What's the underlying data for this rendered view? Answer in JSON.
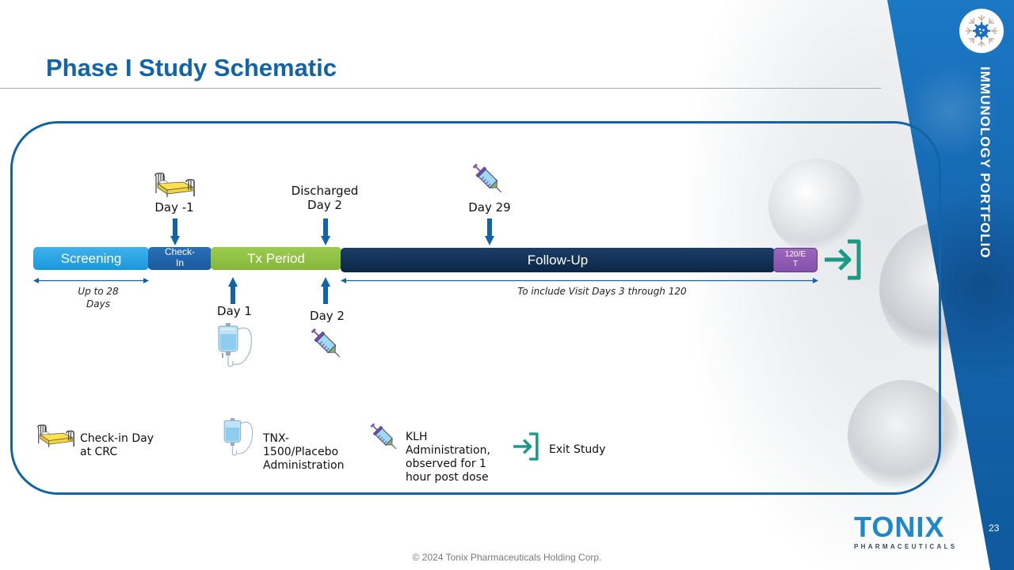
{
  "slide": {
    "title": "Phase I Study Schematic",
    "side_label": "IMMUNOLOGY PORTFOLIO",
    "page_number": "23",
    "footer": "© 2024 Tonix Pharmaceuticals Holding Corp.",
    "logo": {
      "word": "TONIX",
      "sub": "PHARMACEUTICALS"
    },
    "colors": {
      "title": "#1264a8",
      "frame": "#1264a8",
      "arrow": "#1264a8",
      "screening": "#1a98dc",
      "checkin": "#1a5aa0",
      "tx_period": "#85b83a",
      "follow_up": "#0b2647",
      "end_of_treatment": "#8452ac",
      "exit": "#1a9a86"
    }
  },
  "timeline": {
    "phases": [
      {
        "id": "screening",
        "label": "Screening"
      },
      {
        "id": "checkin",
        "label": "Check-In"
      },
      {
        "id": "tx",
        "label": "Tx Period"
      },
      {
        "id": "followup",
        "label": "Follow-Up"
      },
      {
        "id": "et",
        "label": "120/ET"
      }
    ],
    "top_markers": [
      {
        "label": "Day -1",
        "icon": "bed-icon"
      },
      {
        "label_line1": "Discharged",
        "label_line2": "Day 2"
      },
      {
        "label": "Day 29",
        "icon": "syringe-icon"
      }
    ],
    "bottom_markers": [
      {
        "label": "Day 1",
        "icon": "iv-bag-icon"
      },
      {
        "label": "Day 2",
        "icon": "syringe-icon"
      }
    ],
    "ranges": [
      {
        "line1": "Up to 28",
        "line2": "Days"
      },
      {
        "text": "To include Visit Days 3 through 120"
      }
    ]
  },
  "legend": [
    {
      "icon": "bed-icon",
      "line1": "Check-in Day",
      "line2": "at CRC"
    },
    {
      "icon": "iv-bag-icon",
      "line1": "TNX-",
      "line2": "1500/Placebo",
      "line3": "Administration"
    },
    {
      "icon": "syringe-icon",
      "line1": "KLH",
      "line2": "Administration,",
      "line3": "observed for 1",
      "line4": "hour post dose"
    },
    {
      "icon": "exit-icon",
      "line1": "Exit Study"
    }
  ]
}
